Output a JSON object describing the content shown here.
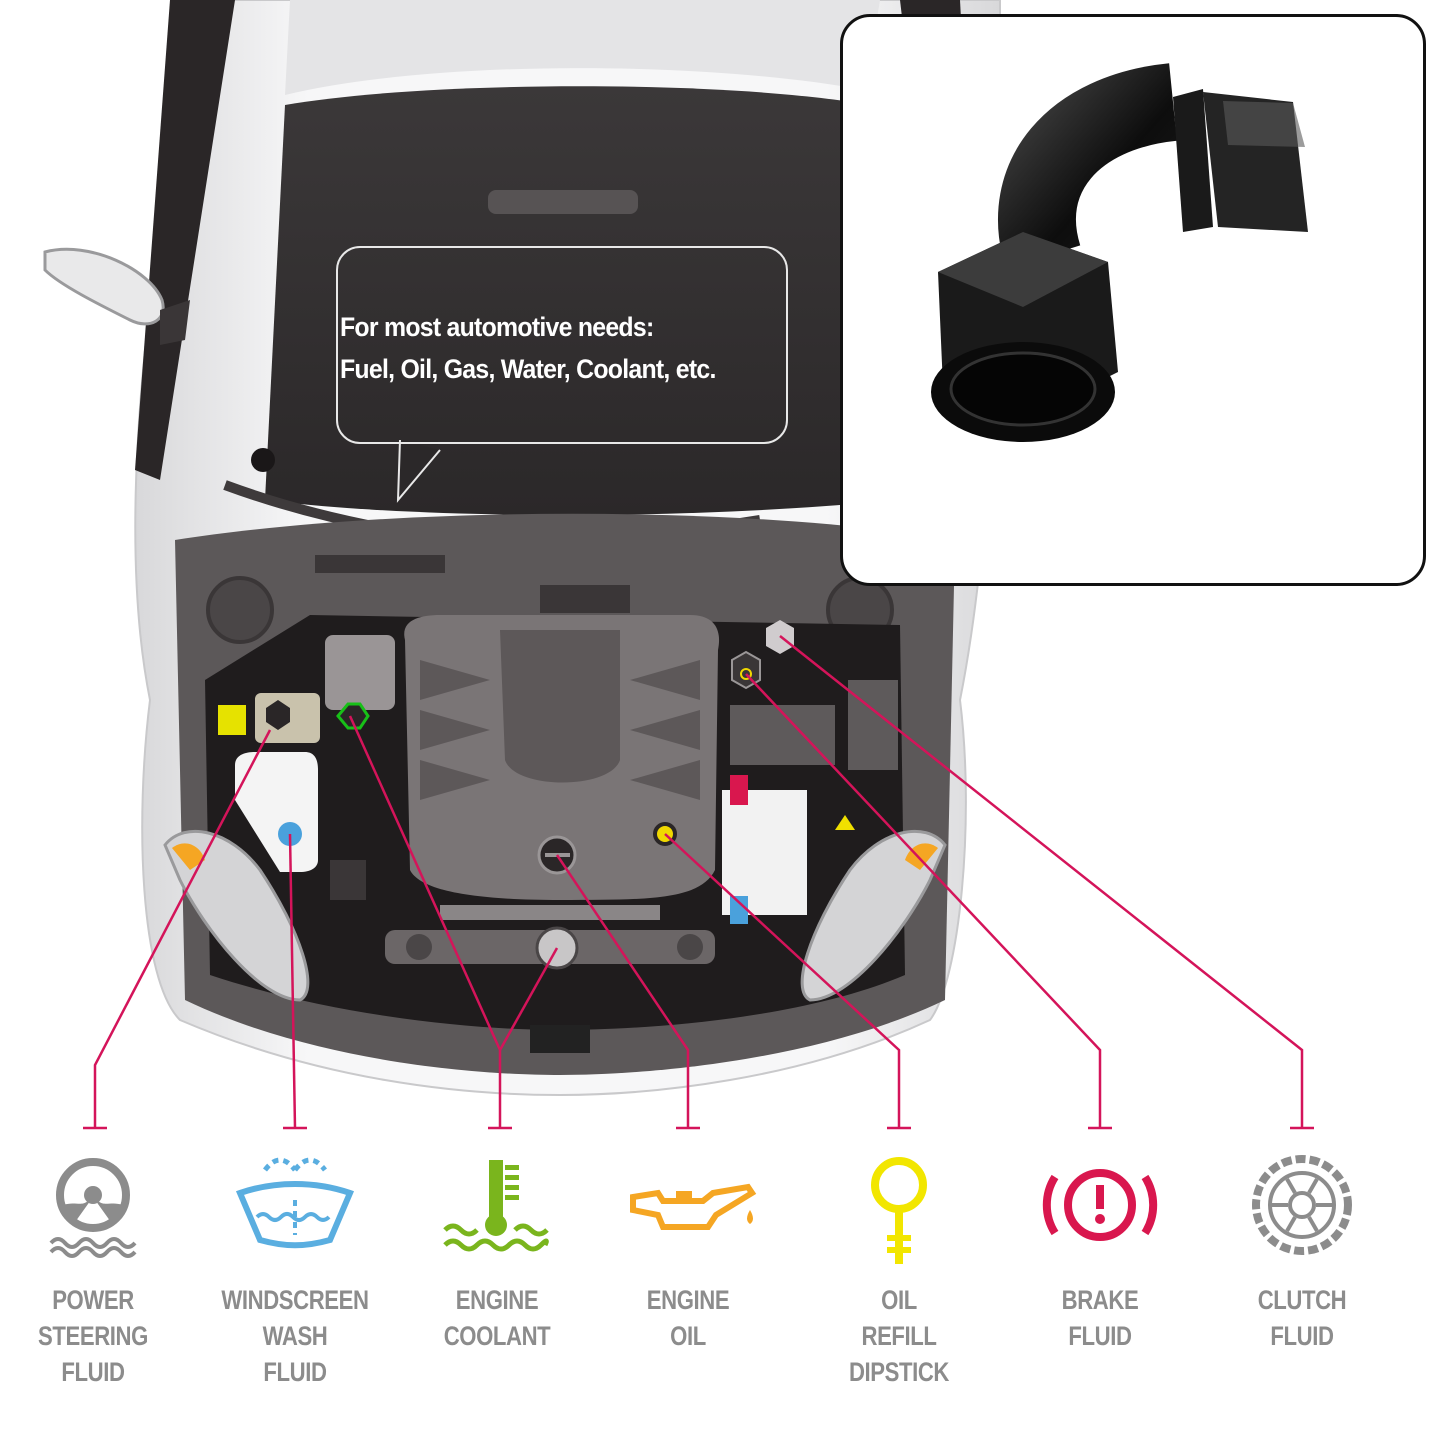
{
  "callout": {
    "line1": "For most automotive needs:",
    "line2": "Fuel, Oil, Gas, Water, Coolant, etc."
  },
  "fluids": [
    {
      "lines": [
        "POWER",
        "STEERING",
        "FLUID"
      ],
      "icon": "steering-wheel-icon",
      "color": "#8c8c8c"
    },
    {
      "lines": [
        "WINDSCREEN",
        "WASH",
        "FLUID"
      ],
      "icon": "windscreen-wash-icon",
      "color": "#5aaee0"
    },
    {
      "lines": [
        "ENGINE",
        "COOLANT"
      ],
      "icon": "coolant-thermometer-icon",
      "color": "#7ab51d"
    },
    {
      "lines": [
        "ENGINE",
        "OIL"
      ],
      "icon": "oil-can-icon",
      "color": "#f5a623"
    },
    {
      "lines": [
        "OIL",
        "REFILL",
        "DIPSTICK"
      ],
      "icon": "dipstick-icon",
      "color": "#f2e600"
    },
    {
      "lines": [
        "BRAKE",
        "FLUID"
      ],
      "icon": "brake-warning-icon",
      "color": "#d9174e"
    },
    {
      "lines": [
        "CLUTCH",
        "FLUID"
      ],
      "icon": "clutch-disc-icon",
      "color": "#8c8c8c"
    }
  ],
  "colors": {
    "leader_line": "#d4145a",
    "engine_bay": "#1f1c1d",
    "hood": "#4a4647",
    "body": "#f3f3f4"
  }
}
